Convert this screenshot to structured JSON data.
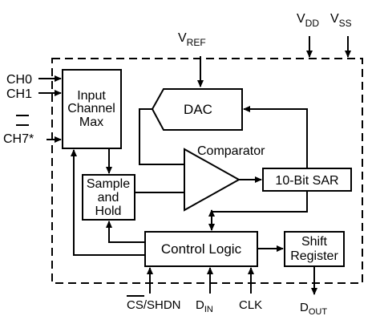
{
  "pins": {
    "vdd_main": "V",
    "vdd_sub": "DD",
    "vss_main": "V",
    "vss_sub": "SS",
    "vref_main": "V",
    "vref_sub": "REF",
    "ch0": "CH0",
    "ch1": "CH1",
    "ch7": "CH7*",
    "cs_shdn_bar": "CS",
    "cs_shdn_rest": "/SHDN",
    "din_main": "D",
    "din_sub": "IN",
    "clk": "CLK",
    "dout_main": "D",
    "dout_sub": "OUT"
  },
  "blocks": {
    "input_mux": [
      "Input",
      "Channel",
      "Max"
    ],
    "dac": "DAC",
    "comparator": "Comparator",
    "sar": "10-Bit SAR",
    "sample_hold": [
      "Sample",
      "and",
      "Hold"
    ],
    "control_logic": "Control Logic",
    "shift_register": [
      "Shift",
      "Register"
    ]
  }
}
